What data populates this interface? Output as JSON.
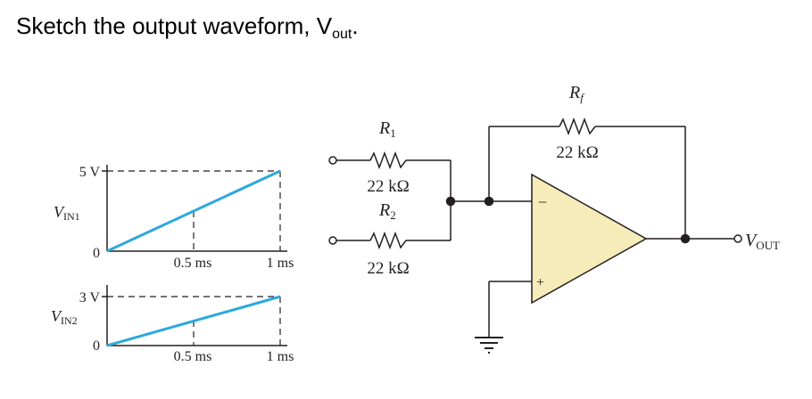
{
  "question": {
    "text_main": "Sketch the output waveform, V",
    "text_sub": "out",
    "text_end": "."
  },
  "waveforms": [
    {
      "name_main": "V",
      "name_sub": "IN1",
      "top_label": "5 V",
      "zero_label": "0",
      "x_ticks": [
        "0.5 ms",
        "1 ms"
      ],
      "start_value": 0,
      "end_value": 5,
      "end_time_ms": 1
    },
    {
      "name_main": "V",
      "name_sub": "IN2",
      "top_label": "3 V",
      "zero_label": "0",
      "x_ticks": [
        "0.5 ms",
        "1 ms"
      ],
      "start_value": 0,
      "end_value": 3,
      "end_time_ms": 1
    }
  ],
  "circuit": {
    "r1": {
      "name_main": "R",
      "name_sub": "1",
      "value": "22 kΩ"
    },
    "r2": {
      "name_main": "R",
      "name_sub": "2",
      "value": "22 kΩ"
    },
    "rf": {
      "name_main": "R",
      "name_sub": "f",
      "value": "22 kΩ"
    },
    "inverting_sign": "−",
    "noninverting_sign": "+",
    "output": {
      "name_main": "V",
      "name_sub": "OUT"
    }
  },
  "colors": {
    "waveform": "#2ba8dd",
    "opamp_fill": "#f6ecb9",
    "line": "#231f20"
  }
}
